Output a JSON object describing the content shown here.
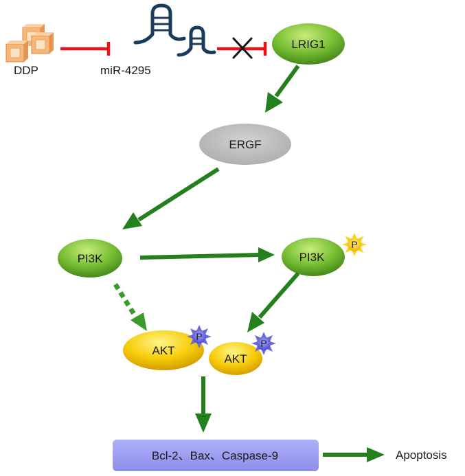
{
  "nodes": {
    "ddp": {
      "label": "DDP",
      "icon": "cubes-icon"
    },
    "mirna": {
      "label": "miR-4295",
      "icon": "hairpin-rna-icon"
    },
    "lrig1": {
      "label": "LRIG1"
    },
    "ergf": {
      "label": "ERGF"
    },
    "pi3k": {
      "label": "PI3K"
    },
    "pi3k_p": {
      "label": "PI3K",
      "phospho": "P"
    },
    "akt_p_left": {
      "label": "AKT",
      "phospho": "P"
    },
    "akt_p_right": {
      "label": "AKT",
      "phospho": "P"
    },
    "targets": {
      "label": "Bcl-2、Bax、Caspase-9"
    },
    "apoptosis": {
      "label": "Apoptosis"
    }
  },
  "colors": {
    "inhibit": "#e8141b",
    "activate": "#23801d",
    "activate_dashed": "#3a9a2a",
    "green_node": "#6cb62c",
    "gray_node": "#bdbdbd",
    "akt_node": "#f2c400",
    "p_yellow": "#ffd21a",
    "p_blue": "#6a6ae0",
    "target_box": "#9b9cf2",
    "rna": "#1c3a5c",
    "cube": "#f2a866"
  }
}
